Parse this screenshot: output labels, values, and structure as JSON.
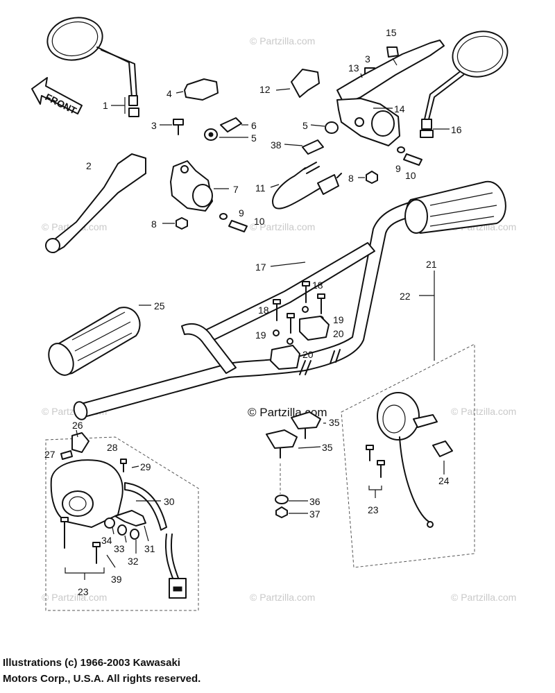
{
  "watermark": "© Partzilla.com",
  "front_arrow_label": "FRONT",
  "callouts": [
    {
      "id": "c1",
      "text": "1"
    },
    {
      "id": "c2",
      "text": "2"
    },
    {
      "id": "c3a",
      "text": "3"
    },
    {
      "id": "c3b",
      "text": "3"
    },
    {
      "id": "c4",
      "text": "4"
    },
    {
      "id": "c5a",
      "text": "5"
    },
    {
      "id": "c5b",
      "text": "5"
    },
    {
      "id": "c6",
      "text": "6"
    },
    {
      "id": "c7",
      "text": "7"
    },
    {
      "id": "c8a",
      "text": "8"
    },
    {
      "id": "c8b",
      "text": "8"
    },
    {
      "id": "c9a",
      "text": "9"
    },
    {
      "id": "c9b",
      "text": "9"
    },
    {
      "id": "c10a",
      "text": "10"
    },
    {
      "id": "c10b",
      "text": "10"
    },
    {
      "id": "c11",
      "text": "11"
    },
    {
      "id": "c12",
      "text": "12"
    },
    {
      "id": "c13",
      "text": "13"
    },
    {
      "id": "c14",
      "text": "14"
    },
    {
      "id": "c15",
      "text": "15"
    },
    {
      "id": "c16",
      "text": "16"
    },
    {
      "id": "c17",
      "text": "17"
    },
    {
      "id": "c18a",
      "text": "18"
    },
    {
      "id": "c18b",
      "text": "18"
    },
    {
      "id": "c19a",
      "text": "19"
    },
    {
      "id": "c19b",
      "text": "19"
    },
    {
      "id": "c20a",
      "text": "20"
    },
    {
      "id": "c20b",
      "text": "20"
    },
    {
      "id": "c21",
      "text": "21"
    },
    {
      "id": "c22",
      "text": "22"
    },
    {
      "id": "c23a",
      "text": "23"
    },
    {
      "id": "c23b",
      "text": "23"
    },
    {
      "id": "c24",
      "text": "24"
    },
    {
      "id": "c25",
      "text": "25"
    },
    {
      "id": "c26",
      "text": "26"
    },
    {
      "id": "c27",
      "text": "27"
    },
    {
      "id": "c28",
      "text": "28"
    },
    {
      "id": "c29",
      "text": "29"
    },
    {
      "id": "c30",
      "text": "30"
    },
    {
      "id": "c31",
      "text": "31"
    },
    {
      "id": "c32",
      "text": "32"
    },
    {
      "id": "c33",
      "text": "33"
    },
    {
      "id": "c34",
      "text": "34"
    },
    {
      "id": "c35a",
      "text": "35"
    },
    {
      "id": "c35b",
      "text": "35"
    },
    {
      "id": "c36",
      "text": "36"
    },
    {
      "id": "c37",
      "text": "37"
    },
    {
      "id": "c38",
      "text": "38"
    },
    {
      "id": "c39",
      "text": "39"
    }
  ],
  "copyright": {
    "line1": "Illustrations (c) 1966-2003 Kawasaki",
    "line2": "Motors Corp., U.S.A.  All rights reserved."
  }
}
